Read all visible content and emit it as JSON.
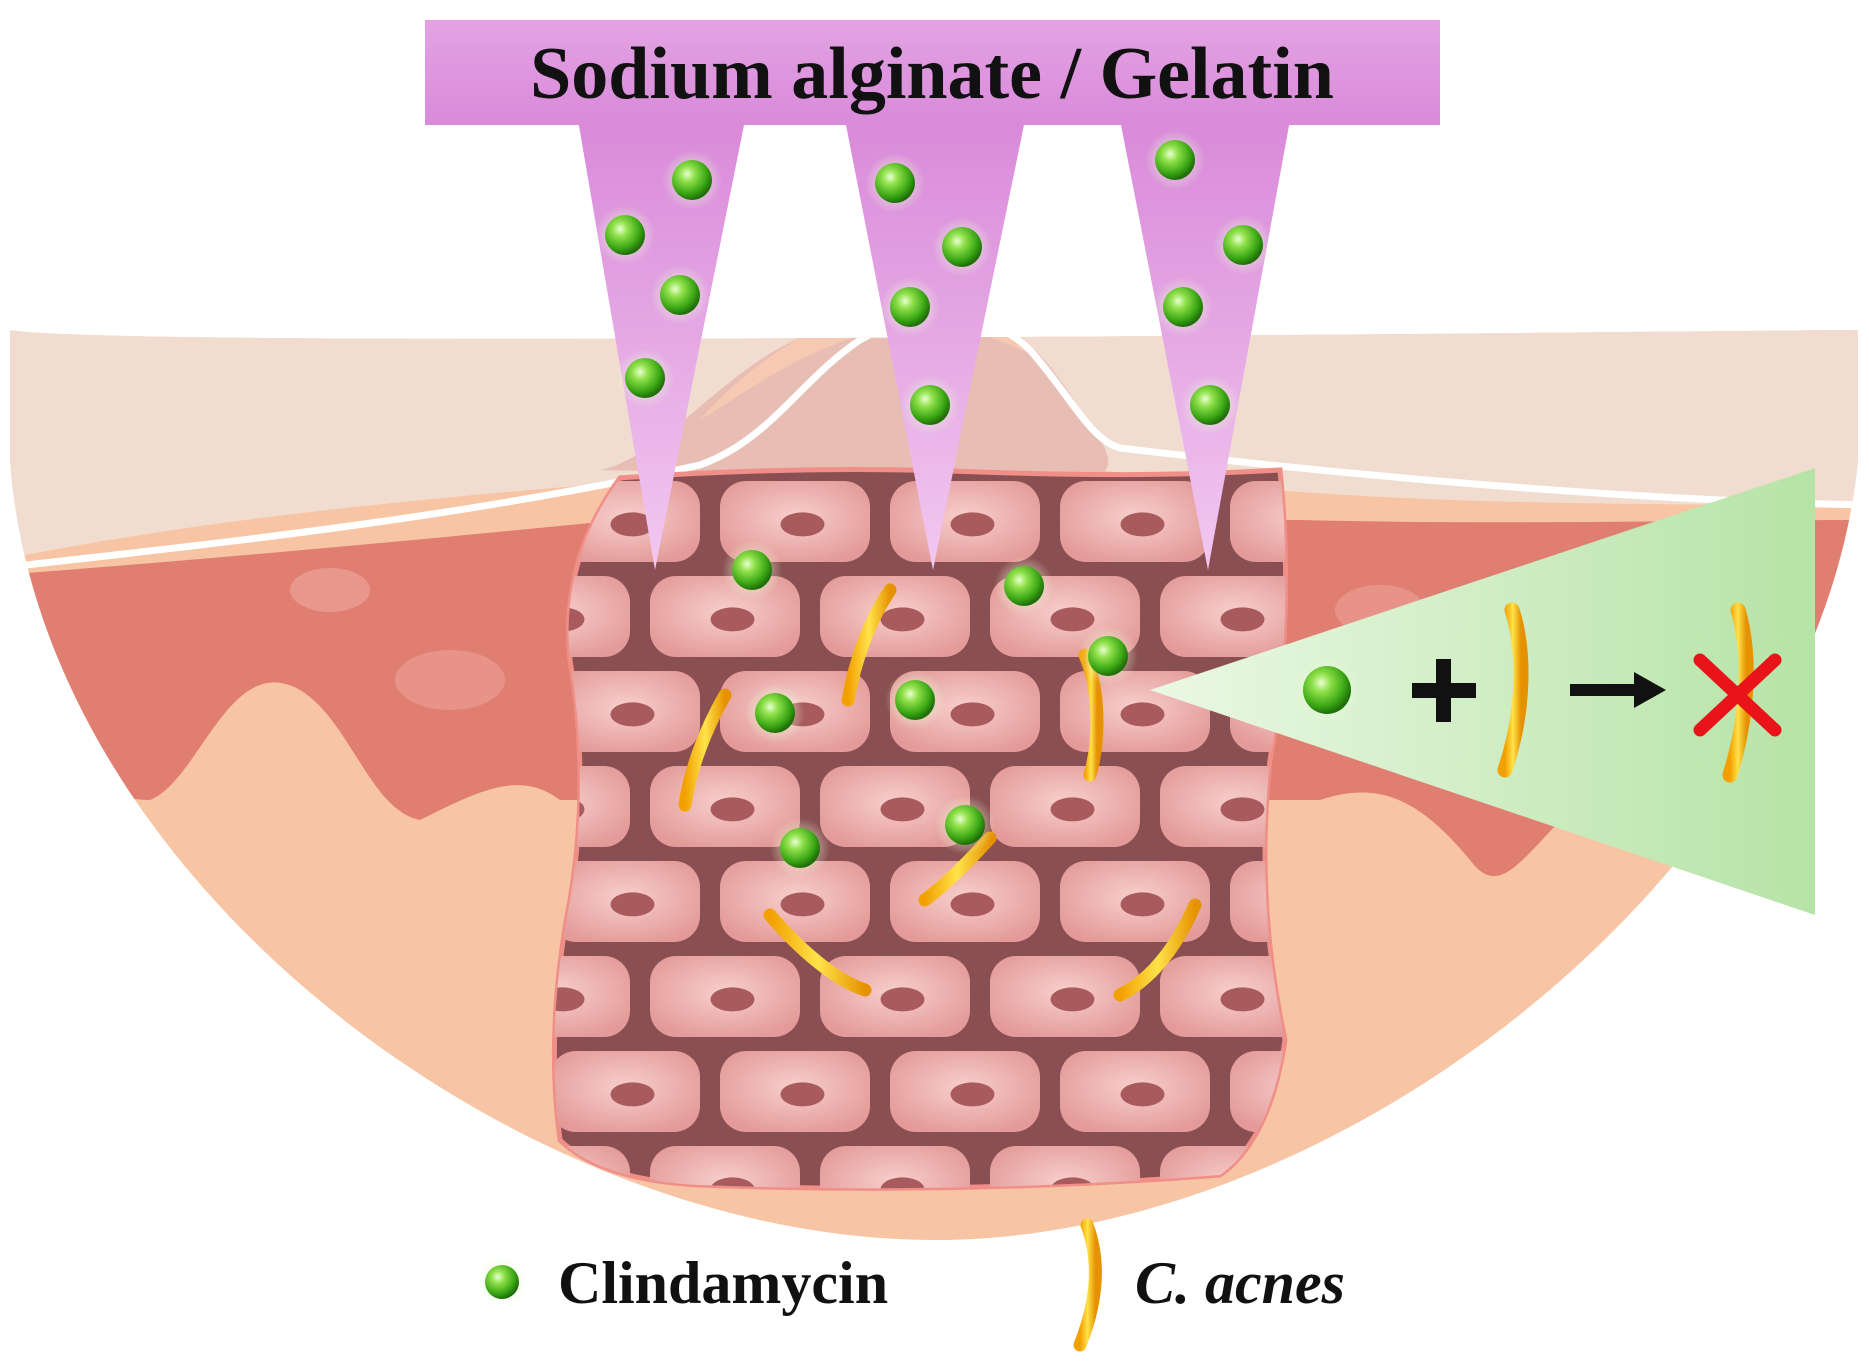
{
  "figure": {
    "title": "Sodium alginate / Gelatin"
  },
  "legend": {
    "drug_label": "Clindamycin",
    "bacteria_label": "C. acnes"
  },
  "icons": {
    "drug": "green-sphere-icon",
    "bacteria": "yellow-rod-icon",
    "plus": "plus-icon",
    "arrow": "right-arrow-icon",
    "inhibit": "red-x-icon"
  },
  "colors": {
    "needle": "#dc92dc",
    "drug": "#52c41a",
    "bacteria": "#f5b400",
    "cell_fill": "#e8a3a0",
    "cell_border": "#8a4f52",
    "inhibit": "#e8141a",
    "zoom_panel": "#c9ecc0"
  }
}
